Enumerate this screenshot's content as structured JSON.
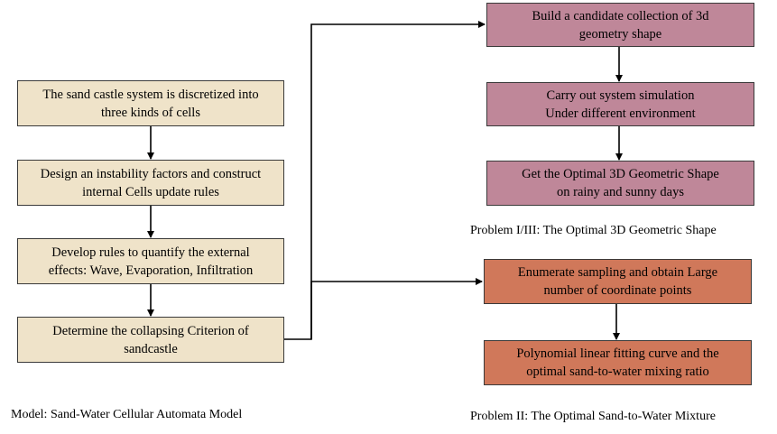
{
  "model": {
    "steps": [
      "The sand castle system is discretized into\nthree kinds of cells",
      "Design an instability factors and construct\ninternal Cells update rules",
      "Develop rules to quantify the external\neffects: Wave, Evaporation, Infiltration",
      "Determine the collapsing Criterion of\nsandcastle"
    ],
    "caption": "Model: Sand-Water Cellular Automata  Model"
  },
  "problem1": {
    "steps": [
      "Build a candidate collection of 3d\ngeometry shape",
      "Carry out system simulation\nUnder different environment",
      "Get the Optimal 3D Geometric Shape\non rainy and sunny days"
    ],
    "caption": "Problem I/III: The Optimal 3D Geometric Shape"
  },
  "problem2": {
    "steps": [
      "Enumerate sampling and obtain Large\nnumber of coordinate points",
      "Polynomial linear fitting curve and the\noptimal sand-to-water mixing ratio"
    ],
    "caption": "Problem II: The Optimal Sand-to-Water Mixture"
  },
  "colors": {
    "model_fill": "#efe3c9",
    "problem1_fill": "#bf8799",
    "problem2_fill": "#d0785a",
    "border": "#3a3a3a",
    "arrow": "#000000"
  }
}
